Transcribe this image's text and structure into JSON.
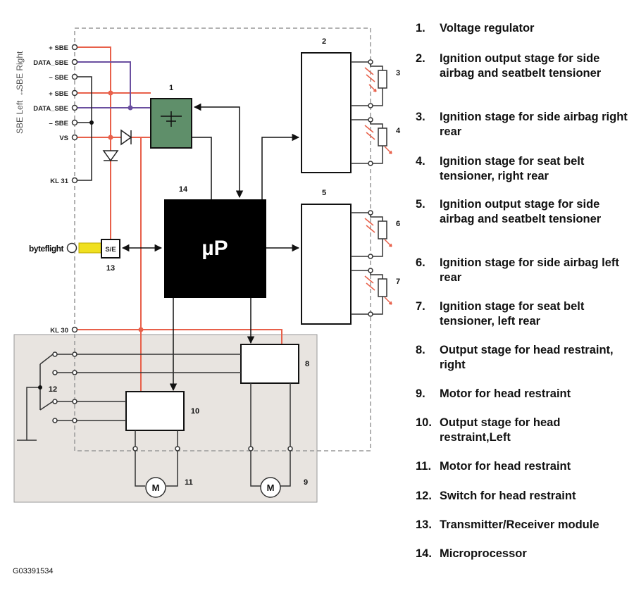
{
  "side_labels": {
    "right": "SBE Right",
    "left": "SBE Left"
  },
  "pins": {
    "sbe_r_plus": "+ SBE",
    "sbe_r_data": "DATA_SBE",
    "sbe_r_minus": "– SBE",
    "sbe_l_plus": "+ SBE",
    "sbe_l_data": "DATA_SBE",
    "sbe_l_minus": "– SBE",
    "vs": "VS",
    "kl31": "KL 31",
    "kl30": "KL 30"
  },
  "bus_label": "byteflight",
  "se_label": "S/E",
  "microprocessor_label": "µP",
  "motor_label": "M",
  "component_numbers": {
    "n1": "1",
    "n2": "2",
    "n3": "3",
    "n4": "4",
    "n5": "5",
    "n6": "6",
    "n7": "7",
    "n8": "8",
    "n9": "9",
    "n10": "10",
    "n11": "11",
    "n12": "12",
    "n13": "13",
    "n14": "14"
  },
  "legend": [
    {
      "num": "1.",
      "text": "Voltage regulator"
    },
    {
      "num": "2.",
      "text": "Ignition output stage for side airbag and seatbelt tensioner"
    },
    {
      "num": "3.",
      "text": "Ignition stage for side airbag right rear"
    },
    {
      "num": "4.",
      "text": "Ignition stage for seat belt tensioner, right rear"
    },
    {
      "num": "5.",
      "text": "Ignition output stage for side airbag and seatbelt tensioner"
    },
    {
      "num": "6.",
      "text": "Ignition stage for side airbag left rear"
    },
    {
      "num": "7.",
      "text": "Ignition stage for seat belt tensioner, left rear"
    },
    {
      "num": "8.",
      "text": "Output stage for head restraint, right"
    },
    {
      "num": "9.",
      "text": "Motor for head restraint"
    },
    {
      "num": "10.",
      "text": "Output stage for head restraint,Left"
    },
    {
      "num": "11.",
      "text": "Motor for head restraint"
    },
    {
      "num": "12.",
      "text": "Switch for head restraint"
    },
    {
      "num": "13.",
      "text": "Transmitter/Receiver module"
    },
    {
      "num": "14.",
      "text": "Microprocessor"
    }
  ],
  "figure_code": "G03391534",
  "colors": {
    "power_line": "#e8604a",
    "data_line": "#6a4fa0",
    "regulator_fill": "#5f8f6a",
    "bus_fill": "#f0e020",
    "head_restraint_area": "#e8e4e0",
    "microprocessor_fill": "#000000"
  }
}
